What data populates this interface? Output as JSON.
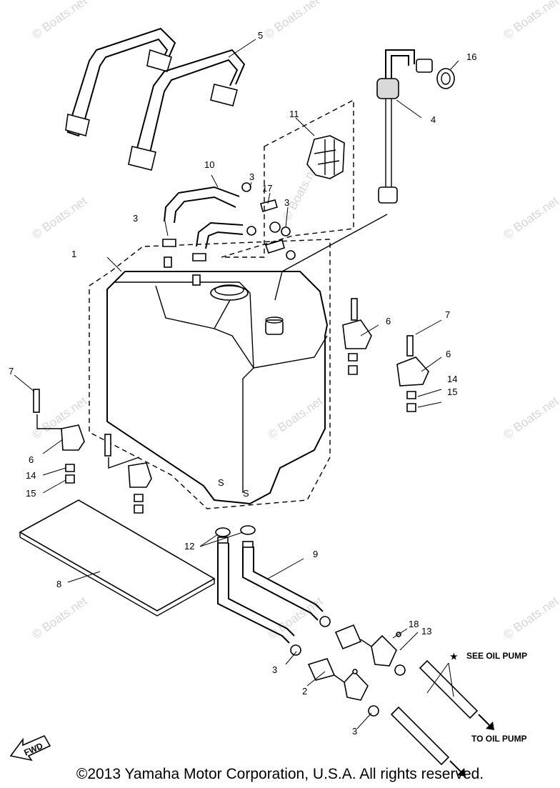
{
  "watermark": "© Boats.net",
  "callouts": [
    "1",
    "2",
    "3",
    "4",
    "5",
    "6",
    "7",
    "8",
    "9",
    "10",
    "11",
    "12",
    "13",
    "14",
    "15",
    "16",
    "17",
    "18"
  ],
  "notes": {
    "see_oil_pump": "SEE OIL PUMP",
    "to_oil_pump": "TO OIL PUMP",
    "asterisk": "★"
  },
  "fwd_label": "FWD",
  "copyright": "©2013 Yamaha Motor Corporation, U.S.A. All rights reserved."
}
